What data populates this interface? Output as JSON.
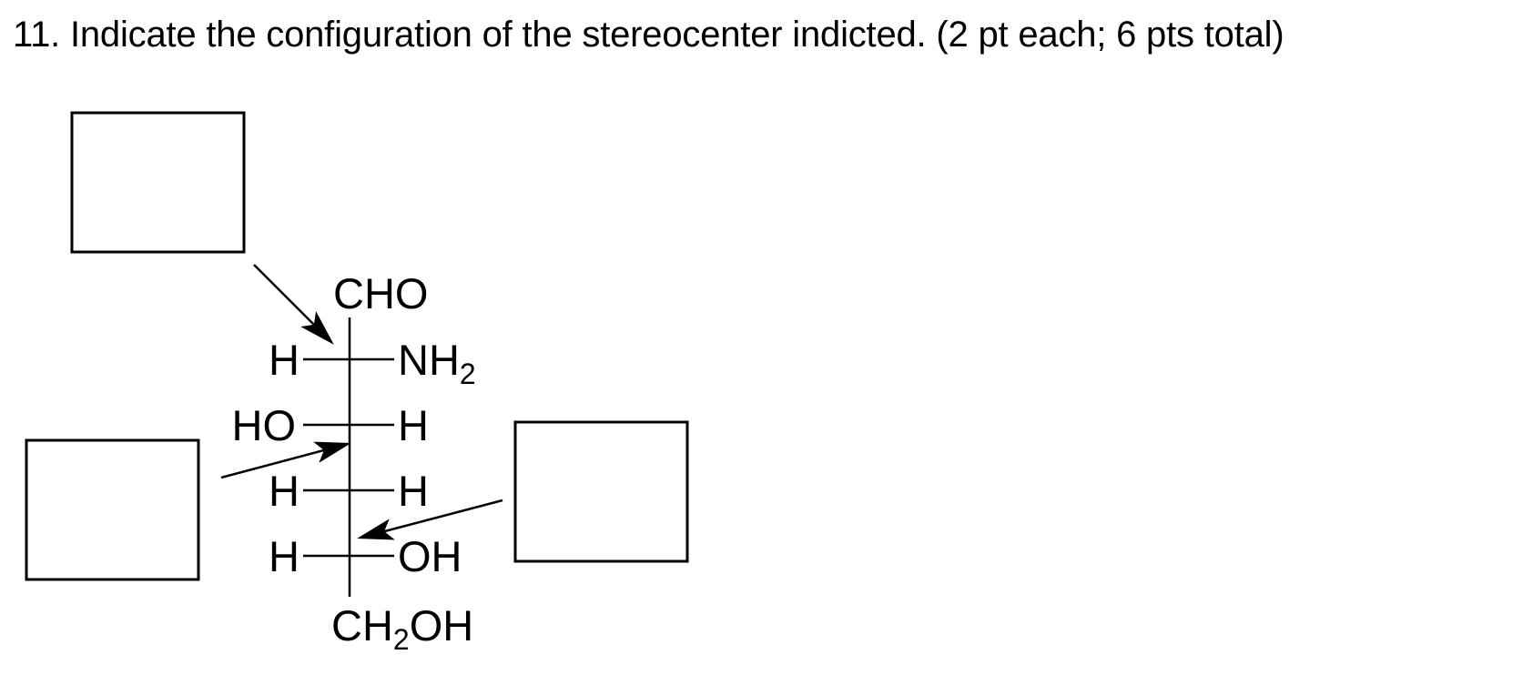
{
  "question": {
    "text": "11. Indicate the configuration of the stereocenter indicted. (2 pt each; 6 pts total)"
  },
  "fischer": {
    "top_group": "CHO",
    "rows": [
      {
        "left": "H",
        "right_main": "NH",
        "right_sub": "2"
      },
      {
        "left": "HO",
        "right_main": "H",
        "right_sub": ""
      },
      {
        "left": "H",
        "right_main": "H",
        "right_sub": ""
      },
      {
        "left": "H",
        "right_main": "OH",
        "right_sub": ""
      }
    ],
    "bottom_group": {
      "pre": "CH",
      "sub": "2",
      "post": "OH"
    }
  },
  "answer_boxes": [
    {
      "target_row": 1,
      "value": ""
    },
    {
      "target_row": 2,
      "value": ""
    },
    {
      "target_row": 4,
      "value": ""
    }
  ]
}
